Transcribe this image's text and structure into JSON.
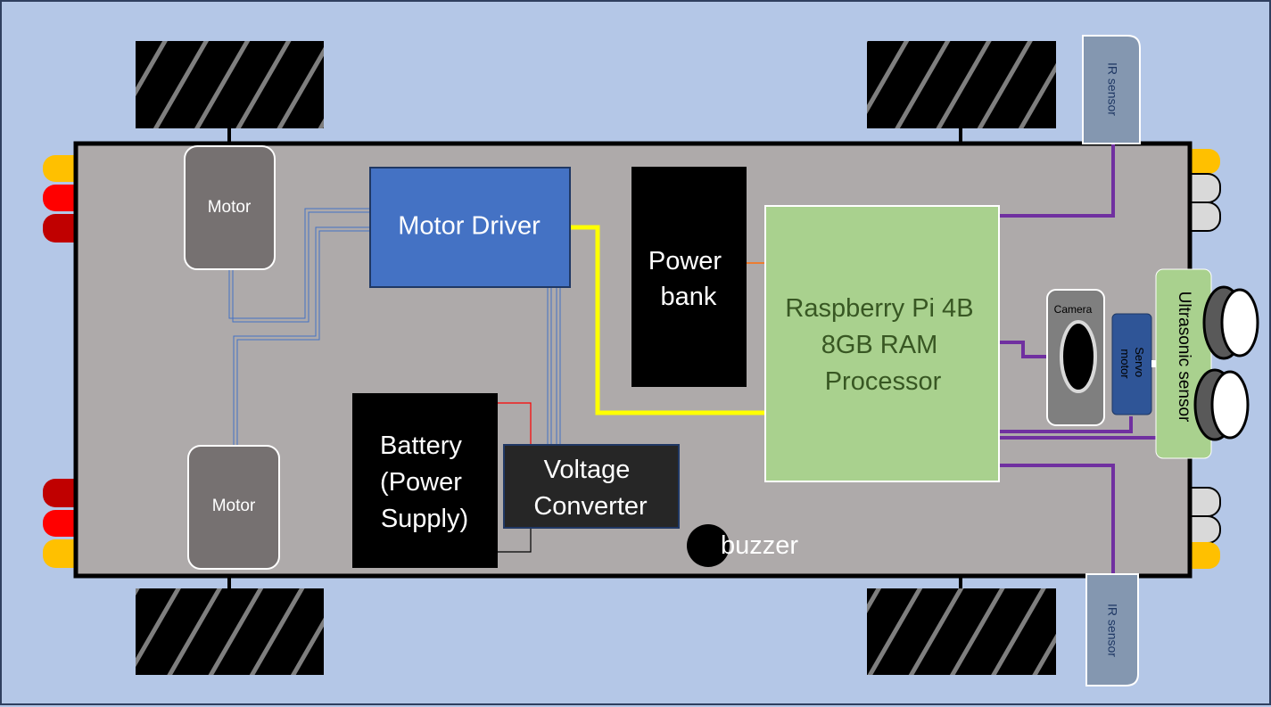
{
  "components": {
    "motor_top": "Motor",
    "motor_bottom": "Motor",
    "motor_driver": "Motor Driver",
    "power_bank": [
      "Power",
      "bank"
    ],
    "raspberry_pi": [
      "Raspberry Pi 4B",
      "8GB RAM",
      "Processor"
    ],
    "battery": [
      "Battery",
      "(Power",
      "Supply)"
    ],
    "voltage_converter": [
      "Voltage",
      "Converter"
    ],
    "buzzer": "buzzer",
    "camera": "Camera",
    "servo_motor": [
      "Servo",
      "motor"
    ],
    "ultrasonic_sensor": "Ultrasonic sensor",
    "ir_sensor_top": "IR sensor",
    "ir_sensor_bottom": "IR sensor"
  },
  "colors": {
    "background": "#b4c7e7",
    "chassis": "#aeaaaa",
    "motor": "#767171",
    "motor_driver": "#4472c4",
    "raspberry_pi": "#a9d18e",
    "raspberry_pi_text": "#385723",
    "black_box": "#000000",
    "voltage_converter": "#262626",
    "servo": "#2f5597",
    "ultrasonic": "#a9d18e",
    "ir_sensor": "#8497b0",
    "wire_signal": "#7030a0",
    "wire_power": "#ffff00",
    "wire_motor": "#4472c4",
    "wire_red": "#ff0000",
    "led_amber": "#ffc000",
    "led_red": "#ff0000",
    "led_dark_red": "#c00000",
    "headlight": "#d9d9d9"
  }
}
